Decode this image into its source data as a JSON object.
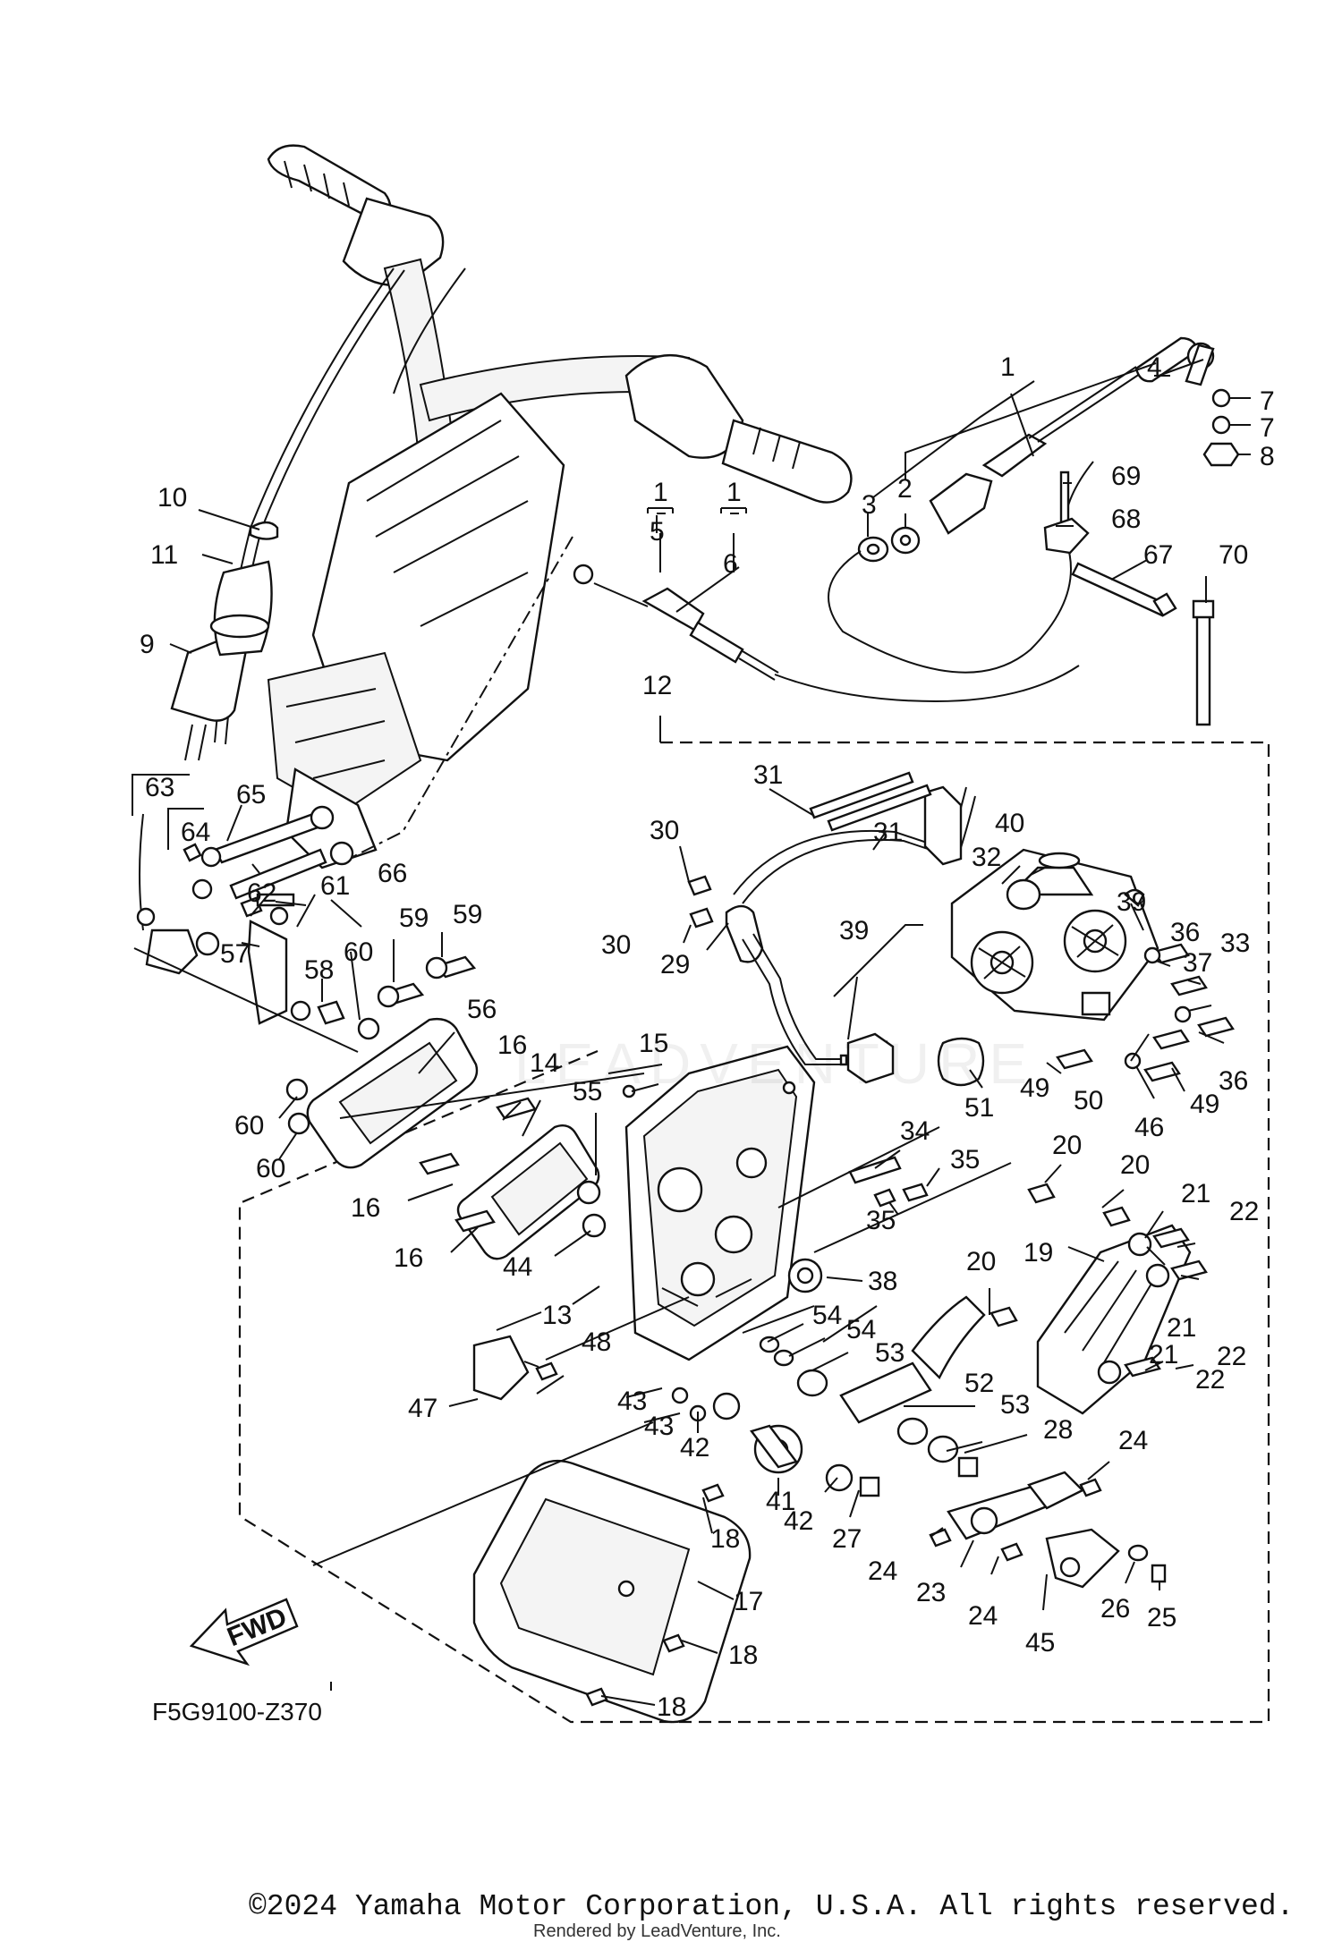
{
  "diagram": {
    "code": "F5G9100-Z370",
    "fwd_label": "FWD",
    "watermark": "LEADVENTURE",
    "copyright": "©2024 Yamaha Motor Corporation, U.S.A. All rights reserved.",
    "rendered_by": "Rendered by LeadVenture, Inc.",
    "callouts": {
      "c1": "1",
      "c1b": "1",
      "c1c": "1",
      "c2": "2",
      "c3": "3",
      "c4": "4",
      "c5": "5",
      "c6": "6",
      "c7a": "7",
      "c7b": "7",
      "c8": "8",
      "c9": "9",
      "c10": "10",
      "c11": "11",
      "c12": "12",
      "c13": "13",
      "c14": "14",
      "c15": "15",
      "c16a": "16",
      "c16b": "16",
      "c16c": "16",
      "c17": "17",
      "c18a": "18",
      "c18b": "18",
      "c18c": "18",
      "c19": "19",
      "c20a": "20",
      "c20b": "20",
      "c20c": "20",
      "c21a": "21",
      "c21b": "21",
      "c21c": "21",
      "c22a": "22",
      "c22b": "22",
      "c22c": "22",
      "c23": "23",
      "c24a": "24",
      "c24b": "24",
      "c24c": "24",
      "c25": "25",
      "c26": "26",
      "c27": "27",
      "c28": "28",
      "c29": "29",
      "c30a": "30",
      "c30b": "30",
      "c31a": "31",
      "c31b": "31",
      "c32": "32",
      "c33": "33",
      "c34": "34",
      "c35a": "35",
      "c35b": "35",
      "c36a": "36",
      "c36b": "36",
      "c37": "37",
      "c38": "38",
      "c39a": "39",
      "c39b": "39",
      "c40": "40",
      "c41": "41",
      "c42a": "42",
      "c42b": "42",
      "c43a": "43",
      "c43b": "43",
      "c44": "44",
      "c45": "45",
      "c46": "46",
      "c47": "47",
      "c48": "48",
      "c49a": "49",
      "c49b": "49",
      "c50": "50",
      "c51": "51",
      "c52": "52",
      "c53a": "53",
      "c53b": "53",
      "c54a": "54",
      "c54b": "54",
      "c55": "55",
      "c56": "56",
      "c57": "57",
      "c58": "58",
      "c59a": "59",
      "c59b": "59",
      "c60a": "60",
      "c60b": "60",
      "c60c": "60",
      "c61": "61",
      "c62": "62",
      "c63": "63",
      "c64": "64",
      "c65": "65",
      "c66": "66",
      "c67": "67",
      "c68": "68",
      "c69": "69",
      "c70": "70"
    }
  }
}
